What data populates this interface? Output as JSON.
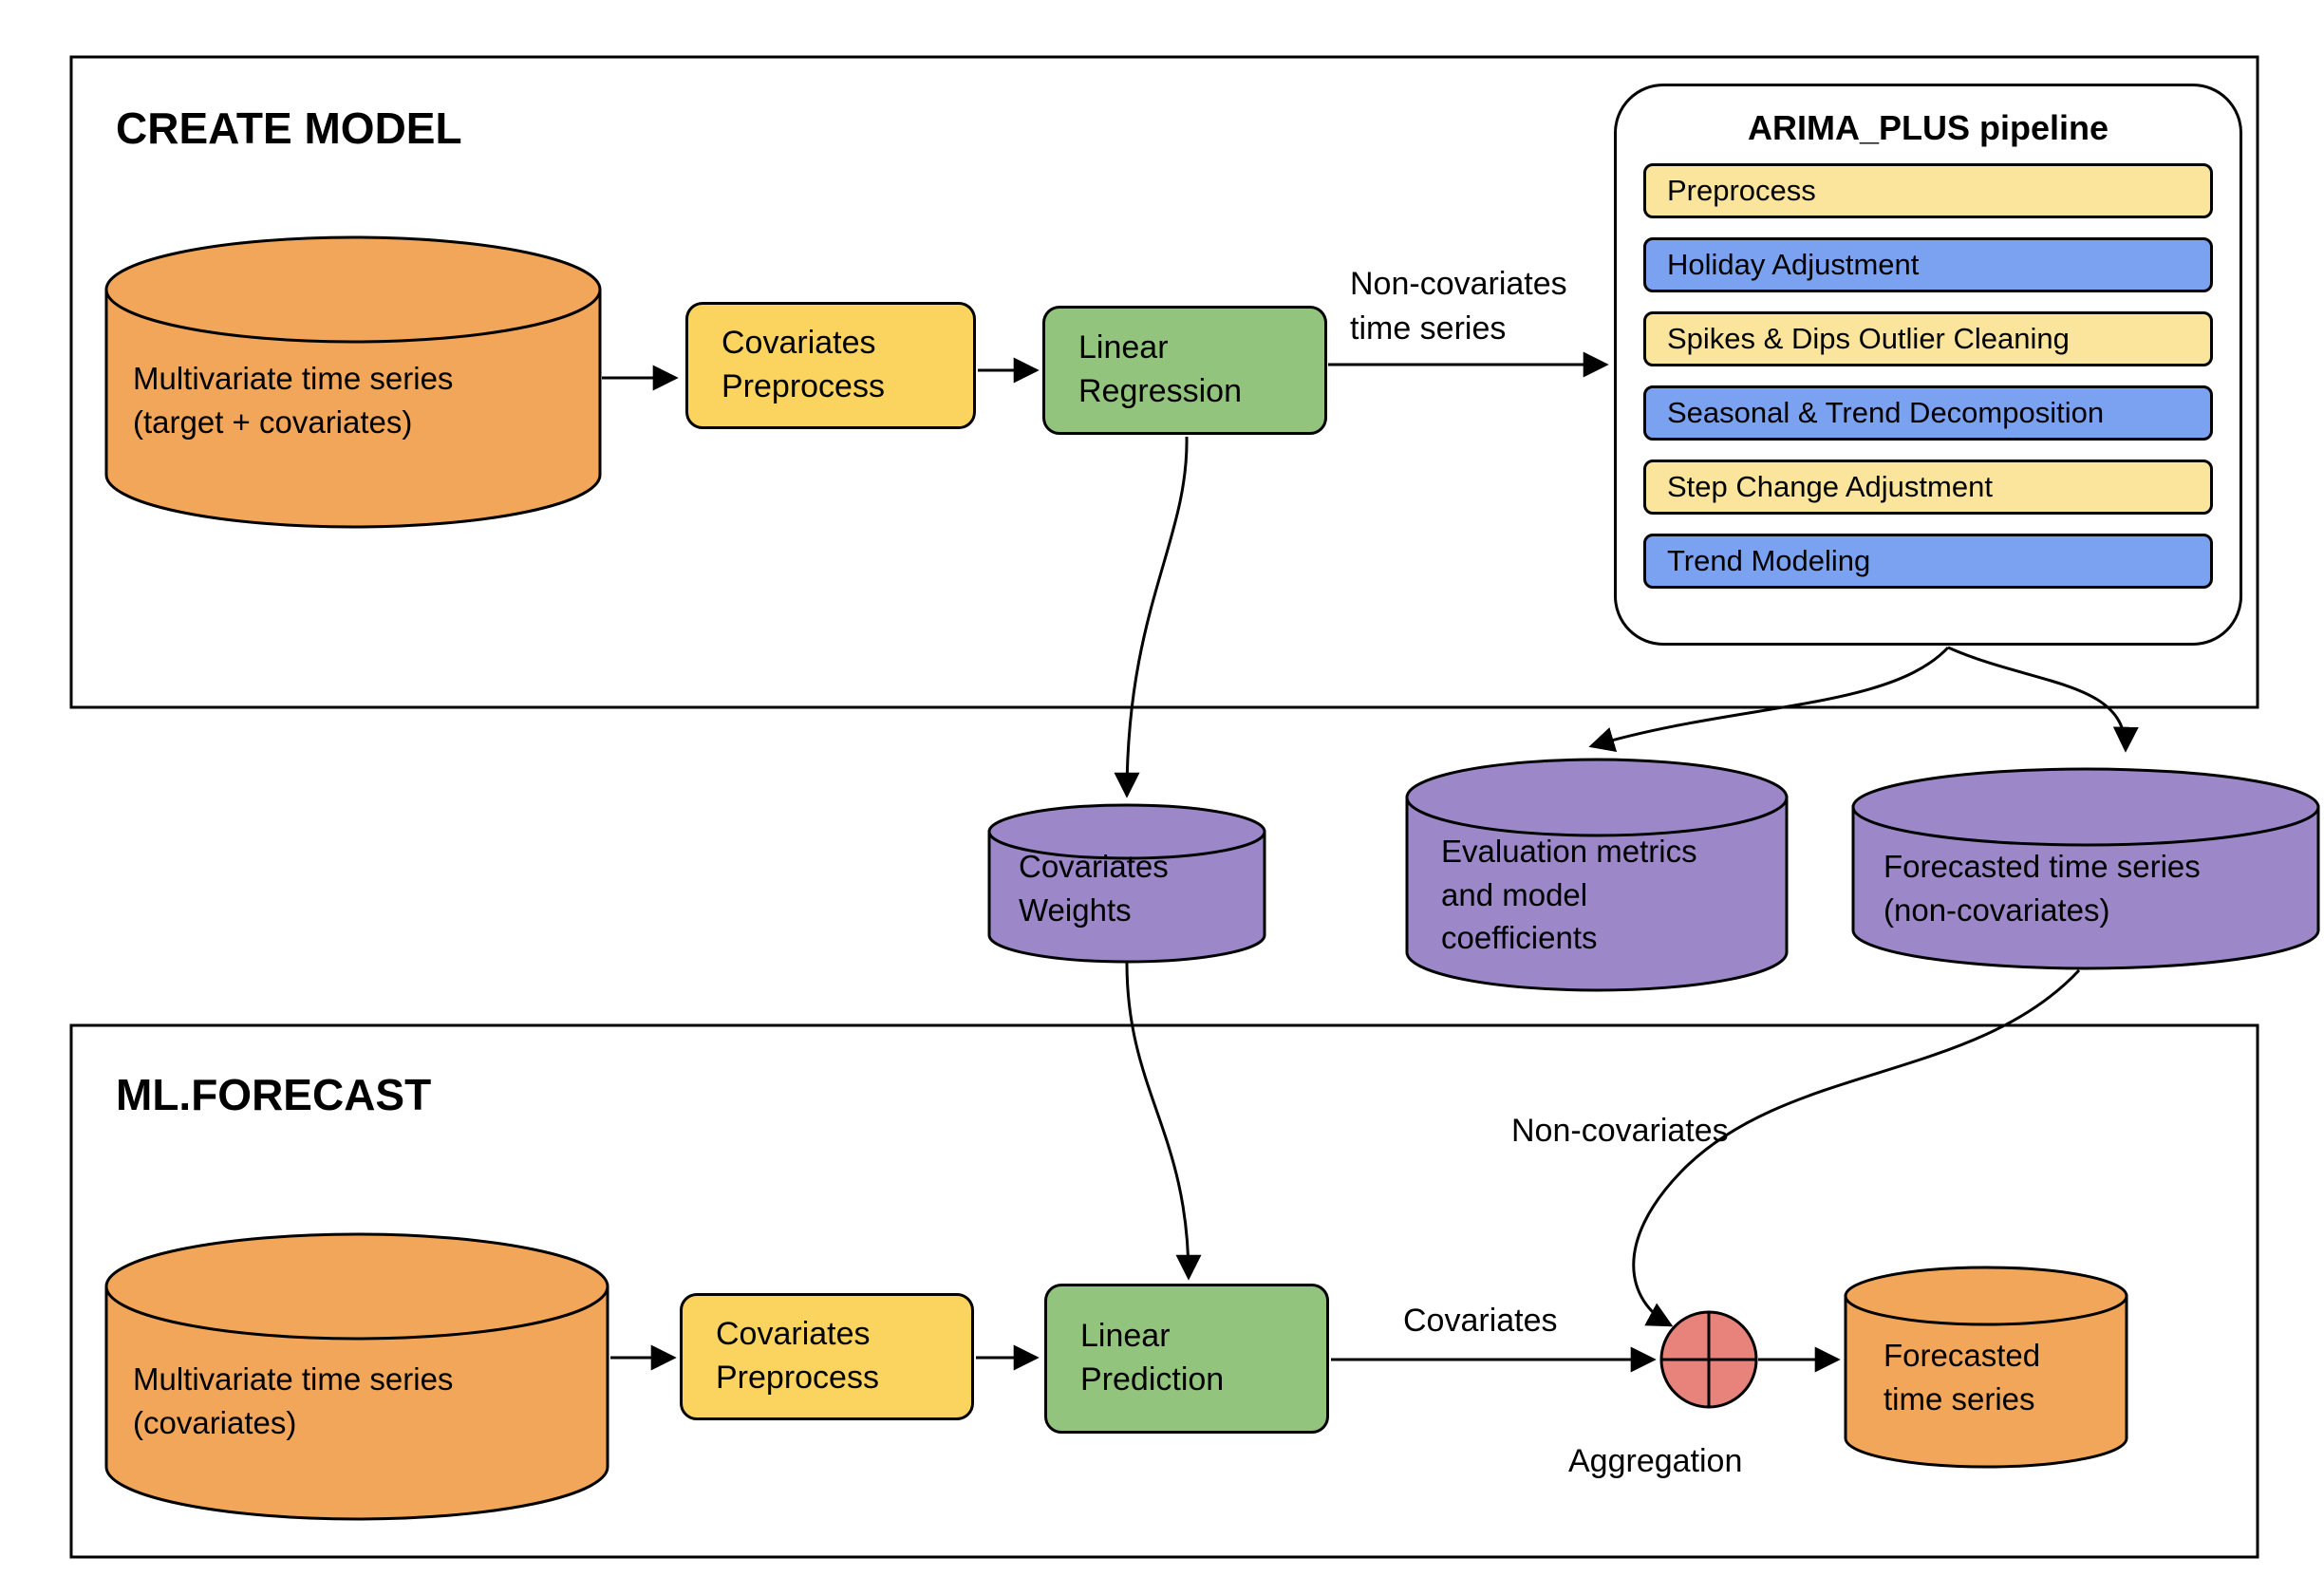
{
  "create_model": {
    "title": "CREATE MODEL",
    "input_cylinder": "Multivariate time series\n(target + covariates)",
    "covariates_preprocess": "Covariates\nPreprocess",
    "linear_regression": "Linear\nRegression",
    "non_covariates_arrow_label": "Non-covariates\ntime series",
    "pipeline": {
      "title": "ARIMA_PLUS pipeline",
      "steps": [
        {
          "label": "Preprocess",
          "color": "yellow"
        },
        {
          "label": "Holiday Adjustment",
          "color": "blue"
        },
        {
          "label": "Spikes & Dips Outlier Cleaning",
          "color": "yellow"
        },
        {
          "label": "Seasonal & Trend Decomposition",
          "color": "blue"
        },
        {
          "label": "Step Change Adjustment",
          "color": "yellow"
        },
        {
          "label": "Trend Modeling",
          "color": "blue"
        }
      ]
    }
  },
  "middle": {
    "covariates_weights": "Covariates\nWeights",
    "evaluation_metrics": "Evaluation metrics\nand model\ncoefficients",
    "forecasted_non_covariates": "Forecasted time series\n(non-covariates)"
  },
  "ml_forecast": {
    "title": "ML.FORECAST",
    "input_cylinder": "Multivariate time series\n(covariates)",
    "covariates_preprocess": "Covariates\nPreprocess",
    "linear_prediction": "Linear\nPrediction",
    "covariates_label": "Covariates",
    "non_covariates_label": "Non-covariates",
    "aggregation_label": "Aggregation",
    "output_cylinder": "Forecasted\ntime series"
  },
  "colors": {
    "orange": "#F2A65A",
    "yellow": "#FBD45F",
    "light_yellow": "#FBE49B",
    "green": "#93C47D",
    "blue": "#7AA2F0",
    "purple": "#9C87C9",
    "red": "#E8837C",
    "stroke": "#000000"
  }
}
